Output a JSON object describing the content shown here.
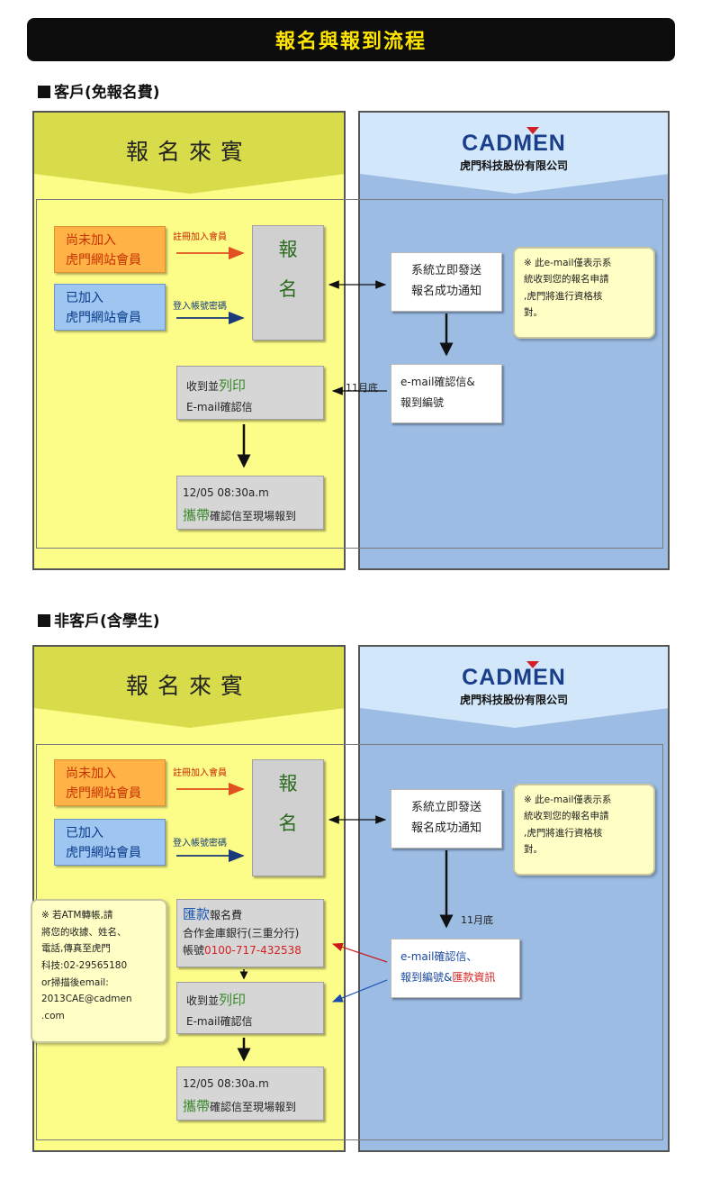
{
  "page": {
    "title": "報名與報到流程"
  },
  "brand": {
    "name": "CADMEN",
    "company": "虎門科技股份有限公司"
  },
  "section1": {
    "heading": "客戶(免報名費)",
    "left_title": "報名來賓",
    "not_member_l1": "尚未加入",
    "not_member_l2": "虎門網站會員",
    "hint_register": "註冊加入會員",
    "member_l1": "已加入",
    "member_l2": "虎門網站會員",
    "hint_login": "登入帳號密碼",
    "register_l1": "報",
    "register_l2": "名",
    "notify_l1": "系統立即發送",
    "notify_l2": "報名成功通知",
    "note_l1": "※ 此e-mail僅表示系",
    "note_l2": "統收到您的報名申請",
    "note_l3": ",虎門將進行資格核",
    "note_l4": "對。",
    "confirm_l1": "e-mail確認信&",
    "confirm_l2": "報到編號",
    "month_label": "11月底",
    "receive_pre": "收到並",
    "receive_em": "列印",
    "receive_l2": "E-mail確認信",
    "checkin_l1": "12/05 08:30a.m",
    "checkin_em": "攜帶",
    "checkin_rest": "確認信至現場報到"
  },
  "section2": {
    "heading": "非客戶(含學生)",
    "left_title": "報名來賓",
    "not_member_l1": "尚未加入",
    "not_member_l2": "虎門網站會員",
    "hint_register": "註冊加入會員",
    "member_l1": "已加入",
    "member_l2": "虎門網站會員",
    "hint_login": "登入帳號密碼",
    "register_l1": "報",
    "register_l2": "名",
    "notify_l1": "系統立即發送",
    "notify_l2": "報名成功通知",
    "note_l1": "※ 此e-mail僅表示系",
    "note_l2": "統收到您的報名申請",
    "note_l3": ",虎門將進行資格核",
    "note_l4": "對。",
    "month_label": "11月底",
    "confirm_l1": "e-mail確認信、",
    "confirm_l2a": "報到編號&",
    "confirm_l2b": "匯款資訊",
    "atm_l1": "※ 若ATM轉帳,請",
    "atm_l2": "將您的收據、姓名、",
    "atm_l3": "電話,傳真至虎門",
    "atm_l4": "科技:02-29565180",
    "atm_l5": "or掃描後email:",
    "atm_l6": "2013CAE@cadmen",
    "atm_l7": ".com",
    "remit_em": "匯款",
    "remit_rest": "報名費",
    "bank": "合作金庫銀行(三重分行)",
    "account_label": "帳號",
    "account_no": "0100-717-432538",
    "receive_pre": "收到並",
    "receive_em": "列印",
    "receive_l2": "E-mail確認信",
    "checkin_l1": "12/05 08:30a.m",
    "checkin_em": "攜帶",
    "checkin_rest": "確認信至現場報到"
  }
}
